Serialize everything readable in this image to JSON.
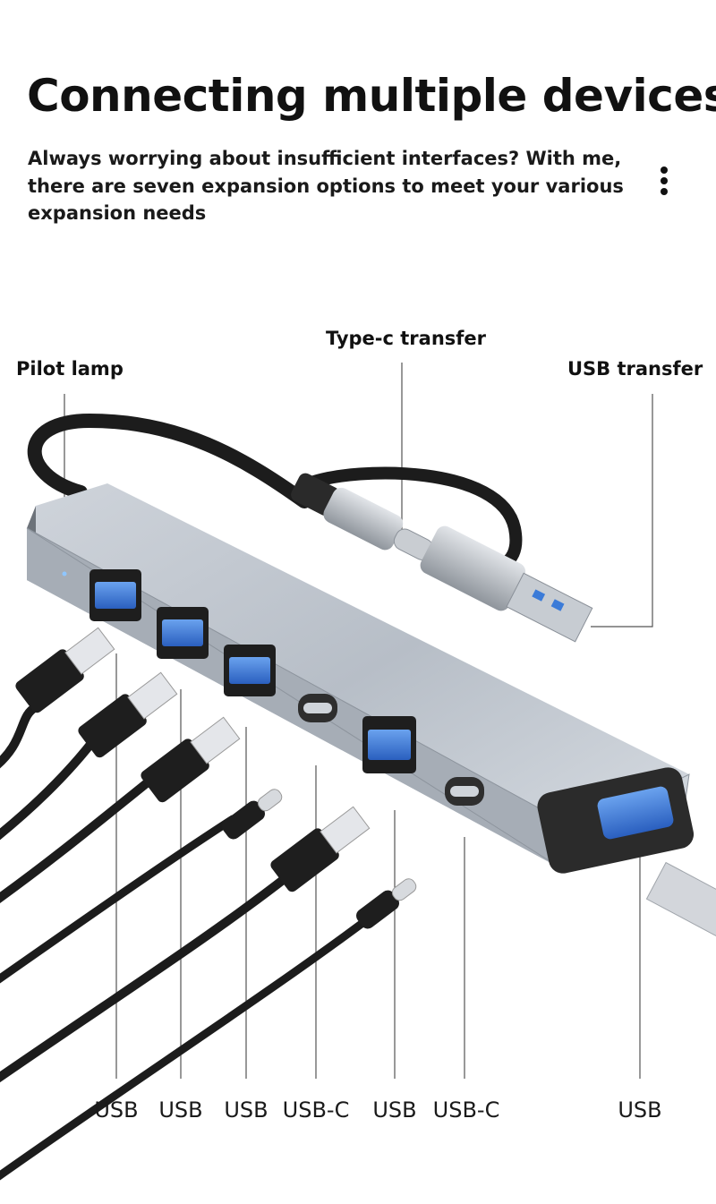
{
  "header": {
    "title": "Connecting multiple devices",
    "subtitle": "Always worrying about insufficient interfaces? With me, there are seven expansion options to meet your various expansion needs"
  },
  "menu": {
    "icon": "more-vertical-icon"
  },
  "callouts": {
    "pilot_lamp": "Pilot lamp",
    "type_c_transfer": "Type-c transfer",
    "usb_transfer": "USB transfer"
  },
  "port_labels": [
    "USB",
    "USB",
    "USB",
    "USB-C",
    "USB",
    "USB-C",
    "USB"
  ],
  "colors": {
    "hub_body": "#b9c0c9",
    "hub_edge": "#8d949d",
    "cable": "#1c1c1c",
    "usb_port_blue": "#3b7bd8",
    "connector_metal": "#c4c9cf"
  }
}
